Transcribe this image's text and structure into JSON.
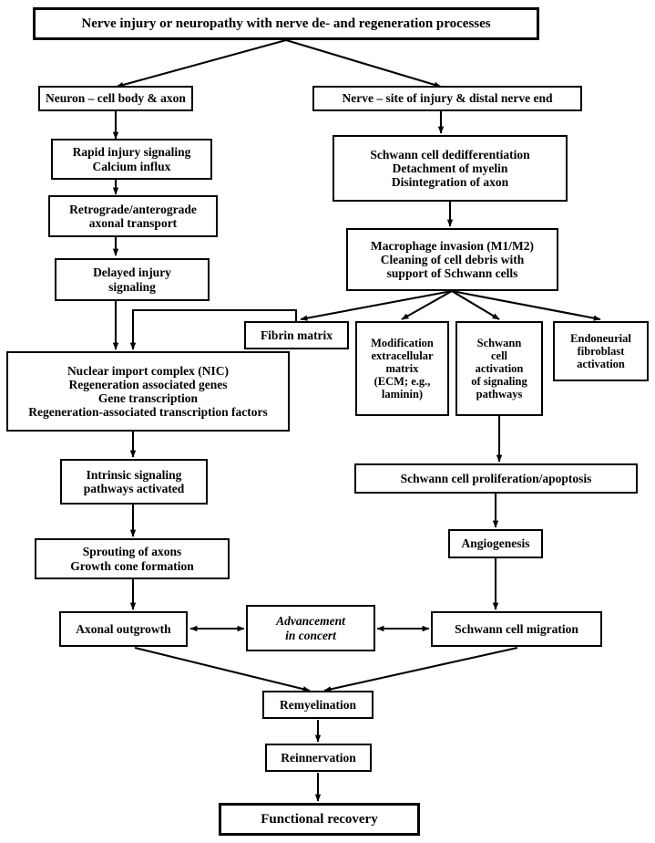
{
  "diagram": {
    "title": "Nerve injury or neuropathy with nerve de- and regeneration processes",
    "type": "flowchart",
    "nodes": {
      "root": "Nerve injury or neuropathy with nerve de- and regeneration processes",
      "neuron_branch": "Neuron – cell body & axon",
      "nerve_branch": "Nerve – site of injury & distal nerve end",
      "rapid_injury": "Rapid injury signaling\nCalcium influx",
      "axonal_transport": "Retrograde/anterograde\naxonal transport",
      "delayed_injury": "Delayed injury\nsignaling",
      "nuclear_import": "Nuclear import complex (NIC)\nRegeneration associated genes\nGene transcription\nRegeneration-associated transcription factors",
      "intrinsic_signaling": "Intrinsic signaling\npathways activated",
      "sprouting": "Sprouting of axons\nGrowth cone formation",
      "axonal_outgrowth": "Axonal outgrowth",
      "advancement": "Advancement\nin concert",
      "schwann_dediff": "Schwann cell dedifferentiation\nDetachment of myelin\nDisintegration of axon",
      "macrophage": "Macrophage invasion (M1/M2)\nCleaning of cell debris with\nsupport of Schwann cells",
      "fibrin_matrix": "Fibrin matrix",
      "ecm_modification": "Modification\nextracellular\nmatrix\n(ECM; e.g.,\nlaminin)",
      "schwann_activation": "Schwann\ncell\nactivation\nof signaling\npathways",
      "endoneurial": "Endoneurial\nfibroblast\nactivation",
      "schwann_proliferation": "Schwann cell proliferation/apoptosis",
      "angiogenesis": "Angiogenesis",
      "schwann_migration": "Schwann cell migration",
      "remyelination": "Remyelination",
      "reinnervation": "Reinnervation",
      "functional_recovery": "Functional recovery"
    },
    "colors": {
      "stroke": "#000000",
      "fill": "#ffffff",
      "text": "#000000"
    }
  }
}
